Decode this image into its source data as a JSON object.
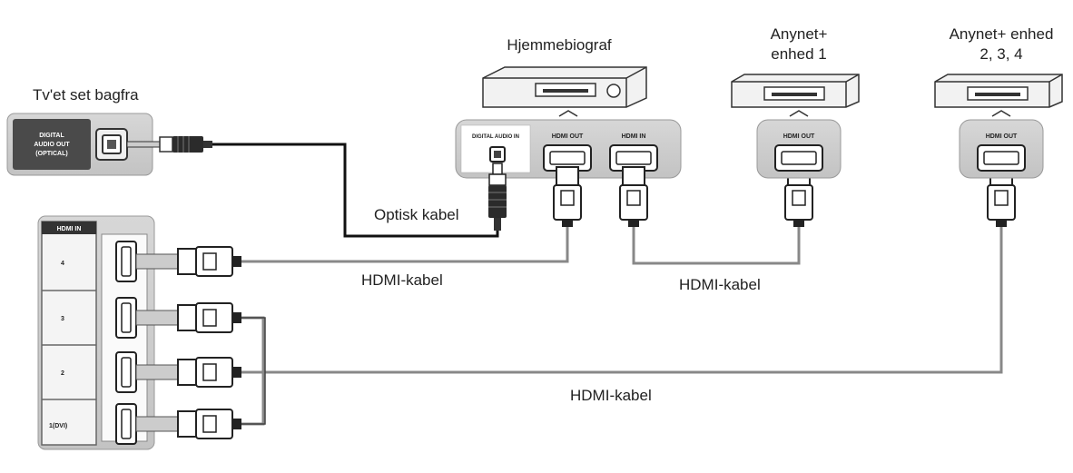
{
  "labels": {
    "tv_back": "Tv'et set bagfra",
    "home_theater": "Hjemmebiograf",
    "anynet1_line1": "Anynet+",
    "anynet1_line2": "enhed 1",
    "anynet234_line1": "Anynet+ enhed",
    "anynet234_line2": "2, 3, 4",
    "optical_cable": "Optisk kabel",
    "hdmi_cable_1": "HDMI-kabel",
    "hdmi_cable_2": "HDMI-kabel",
    "hdmi_cable_3": "HDMI-kabel"
  },
  "tv": {
    "optical_port_label_line1": "DIGITAL",
    "optical_port_label_line2": "AUDIO OUT",
    "optical_port_label_line3": "(OPTICAL)",
    "hdmi_panel_header": "HDMI IN",
    "hdmi_ports": [
      "4",
      "3",
      "2",
      "1(DVI)"
    ]
  },
  "home_theater_ports": {
    "digital_audio_in": "DIGITAL AUDIO IN",
    "hdmi_out": "HDMI OUT",
    "hdmi_in": "HDMI IN"
  },
  "anynet_ports": {
    "device1_port": "HDMI OUT",
    "device234_port": "HDMI OUT"
  }
}
